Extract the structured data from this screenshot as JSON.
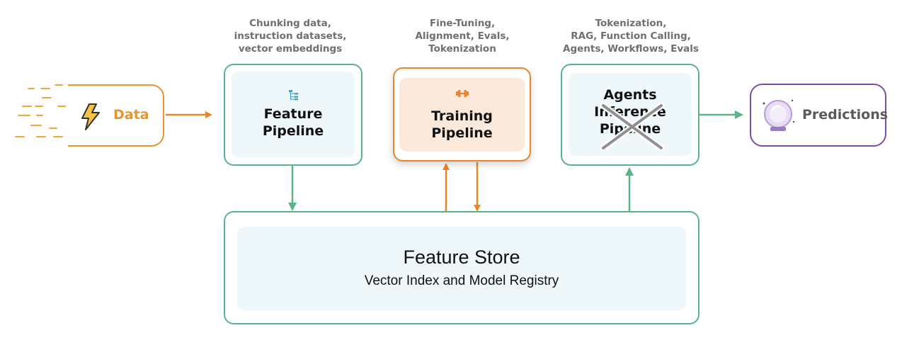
{
  "data_node": {
    "label": "Data",
    "icon": "lightning-bolt-icon",
    "color": "#e8962c"
  },
  "feature_pipeline": {
    "caption": [
      "Chunking data,",
      "instruction datasets,",
      "vector embeddings"
    ],
    "title": [
      "Feature",
      "Pipeline"
    ],
    "icon": "tree-structure-icon"
  },
  "training_pipeline": {
    "caption": [
      "Fine-Tuning,",
      "Alignment, Evals,",
      "Tokenization"
    ],
    "title": [
      "Training",
      "Pipeline"
    ],
    "icon": "dumbbell-icon"
  },
  "inference_pipeline": {
    "caption": [
      "Tokenization,",
      "RAG, Function Calling,",
      "Agents, Workflows, Evals"
    ],
    "title_new": "Agents",
    "title_struck": [
      "Inference",
      "Pipeline"
    ]
  },
  "predictions_node": {
    "label": "Predictions",
    "icon": "crystal-ball-icon",
    "color": "#7a4ea8"
  },
  "feature_store": {
    "title": "Feature Store",
    "subtitle": "Vector Index and Model Registry"
  },
  "colors": {
    "green": "#5bb38a",
    "orange": "#e8862c",
    "purple": "#7a4ea8",
    "light_blue": "#eef8fa",
    "peach": "#fbe9dc"
  }
}
